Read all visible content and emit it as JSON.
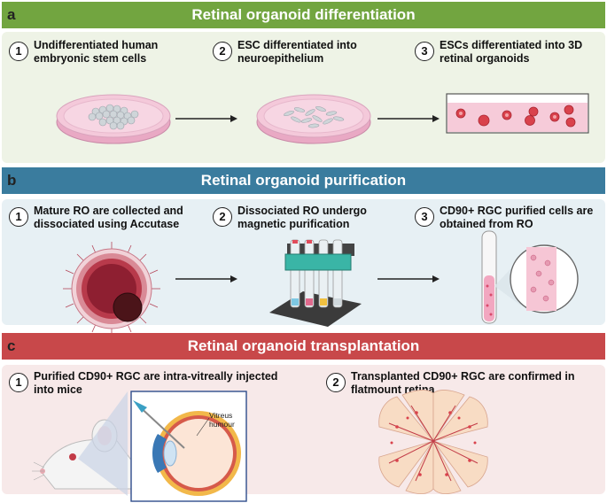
{
  "sections": [
    {
      "letter": "a",
      "title": "Retinal organoid differentiation",
      "color": "#72a540",
      "steps": [
        {
          "num": "1",
          "text": "Undifferentiated human embryonic stem cells"
        },
        {
          "num": "2",
          "text": "ESC differentiated into neuroepithelium"
        },
        {
          "num": "3",
          "text": "ESCs differentiated into 3D retinal organoids"
        }
      ]
    },
    {
      "letter": "b",
      "title": "Retinal organoid purification",
      "color": "#3a7c9e",
      "steps": [
        {
          "num": "1",
          "text": "Mature RO are collected and dissociated using Accutase"
        },
        {
          "num": "2",
          "text": "Dissociated RO undergo magnetic purification"
        },
        {
          "num": "3",
          "text": "CD90+ RGC purified cells are obtained from RO"
        }
      ]
    },
    {
      "letter": "c",
      "title": "Retinal organoid transplantation",
      "color": "#c8484a",
      "steps": [
        {
          "num": "1",
          "text": "Purified CD90+ RGC are intra-vitreally injected into mice"
        },
        {
          "num": "2",
          "text": "Transplanted CD90+ RGC are confirmed in flatmount retina"
        }
      ],
      "eye_label": "Vitreus humour"
    }
  ]
}
